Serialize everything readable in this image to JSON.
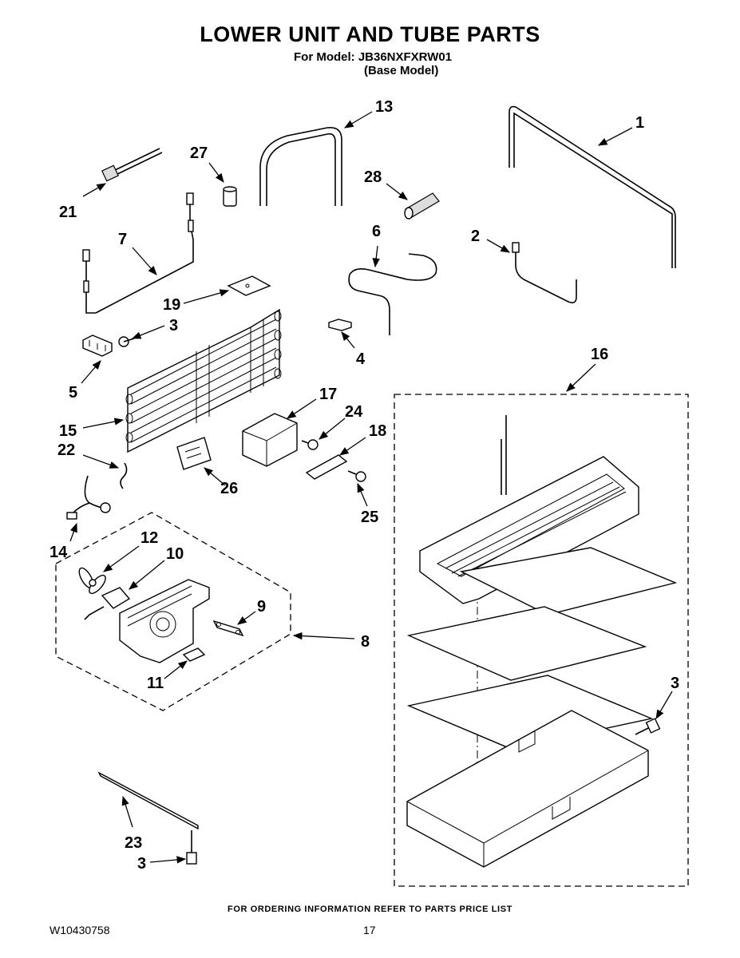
{
  "header": {
    "title": "LOWER UNIT AND TUBE PARTS",
    "model_line": "For Model: JB36NXFXRW01",
    "base_line": "(Base Model)"
  },
  "footer": {
    "ordering_note": "FOR ORDERING INFORMATION REFER TO PARTS PRICE LIST",
    "document_number": "W10430758",
    "page_number": "17"
  },
  "callouts": {
    "p1": "1",
    "p2": "2",
    "p3a": "3",
    "p3b": "3",
    "p3c": "3",
    "p4": "4",
    "p5": "5",
    "p6": "6",
    "p7": "7",
    "p8": "8",
    "p9": "9",
    "p10": "10",
    "p11": "11",
    "p12": "12",
    "p13": "13",
    "p14": "14",
    "p15": "15",
    "p16": "16",
    "p17": "17",
    "p18": "18",
    "p19": "19",
    "p21": "21",
    "p22": "22",
    "p23": "23",
    "p24": "24",
    "p25": "25",
    "p26": "26",
    "p27": "27",
    "p28": "28"
  }
}
